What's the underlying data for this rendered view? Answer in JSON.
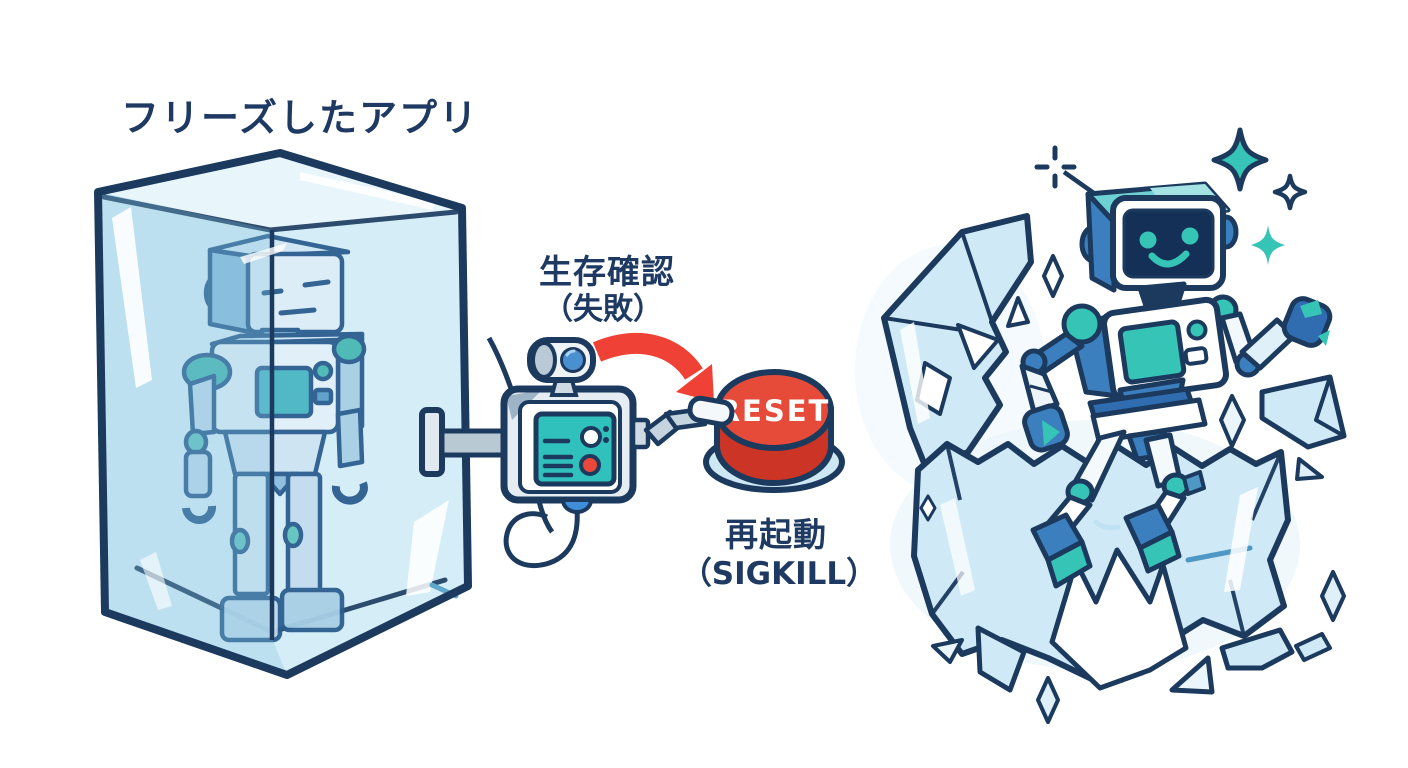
{
  "scene": {
    "description": "watchdog-reset-illustration",
    "colors": {
      "navy_outline": "#1b3a5e",
      "text_navy": "#1e3a63",
      "ice_fill": "#d5edf7",
      "ice_light": "#e8f5fb",
      "teal": "#35c4b5",
      "teal_screen": "#30c1bc",
      "blue": "#3c7fbe",
      "blue_dark": "#2f6cb0",
      "lens_blue": "#4a90d0",
      "red": "#e8402f",
      "red_dark": "#cc3425",
      "steel": "#c5d4de",
      "white": "#ffffff"
    }
  },
  "frozen_app": {
    "label": "フリーズしたアプリ"
  },
  "liveness_check": {
    "line1": "生存確認",
    "line2": "（失敗）"
  },
  "reset_button": {
    "label": "RESET"
  },
  "restart": {
    "line1": "再起動",
    "line2": "（SIGKILL）"
  }
}
